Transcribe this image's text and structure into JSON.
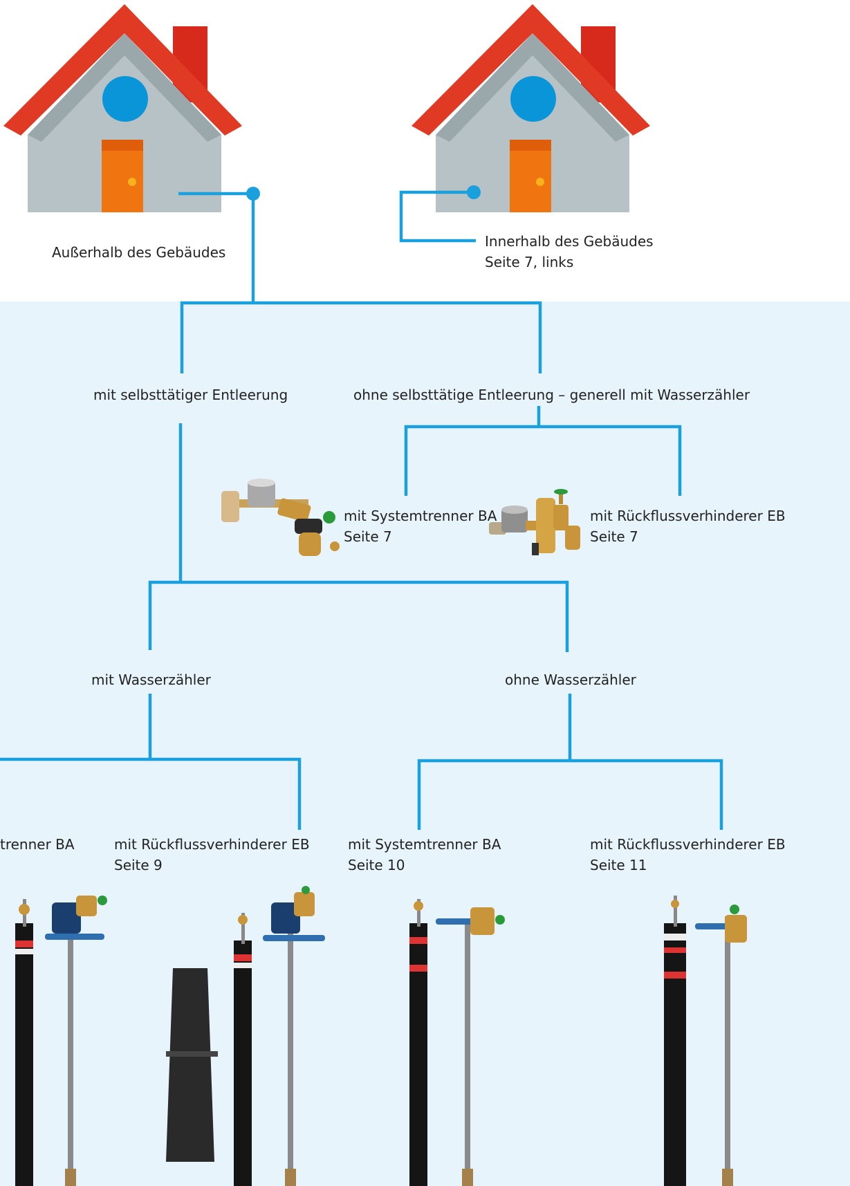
{
  "houses": {
    "outside": {
      "label": "Außerhalb des Gebäudes"
    },
    "inside": {
      "label": "Innerhalb des  Gebäudes",
      "ref": "Seite 7, links"
    }
  },
  "branches": {
    "auto_drain": "mit selbsttätiger Entleerung",
    "no_auto_drain": "ohne selbsttätige Entleerung – generell mit Wasserzähler"
  },
  "upper_options": {
    "ba": {
      "label": "mit Systemtrenner BA",
      "ref": "Seite 7"
    },
    "eb": {
      "label": "mit Rückflussverhinderer EB",
      "ref": "Seite 7"
    }
  },
  "meter_branches": {
    "with_meter": "mit Wasserzähler",
    "without_meter": "ohne Wasserzähler"
  },
  "lower_options": {
    "with_meter_ba": {
      "label": "trenner BA"
    },
    "with_meter_eb": {
      "label": "mit Rückflussverhinderer EB",
      "ref": "Seite 9"
    },
    "without_meter_ba": {
      "label": "mit Systemtrenner BA",
      "ref": "Seite 10"
    },
    "without_meter_eb": {
      "label": "mit Rückflussverhinderer EB",
      "ref": "Seite 11"
    }
  },
  "colors": {
    "line": "#1aa0dc",
    "roof": "#e03a24",
    "chimney": "#d82a1c",
    "wall": "#b6c2c6",
    "window": "#0a95d9",
    "door": "#f07510",
    "background_lower": "#e7f4fc"
  }
}
